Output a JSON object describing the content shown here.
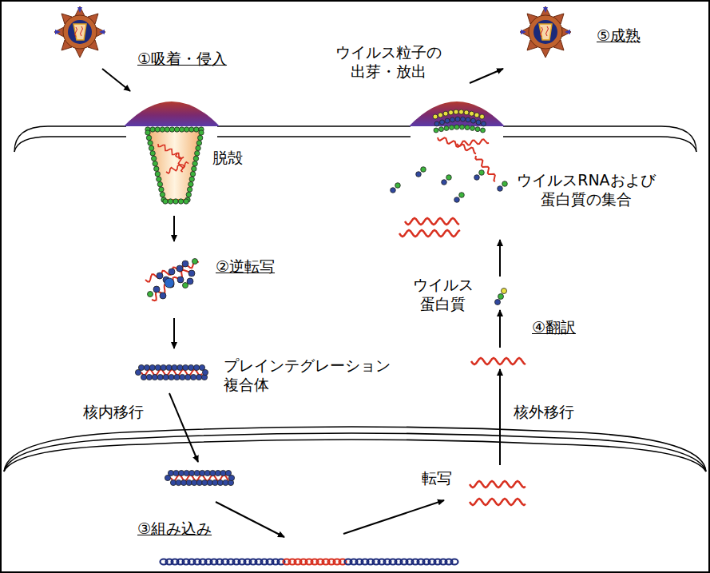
{
  "diagram": {
    "labels": [
      "①吸着・侵入",
      "⑤成熟",
      "ウイルス粒子の 出芽・放出",
      "脱殻",
      "②逆転写",
      "プレインテグレーション 複合体",
      "核内移行",
      "③組み込み",
      "転写",
      "核外移行",
      "④翻訳",
      "ウイルス 蛋白質",
      "ウイルスRNAおよび 蛋白質の集合"
    ]
  }
}
